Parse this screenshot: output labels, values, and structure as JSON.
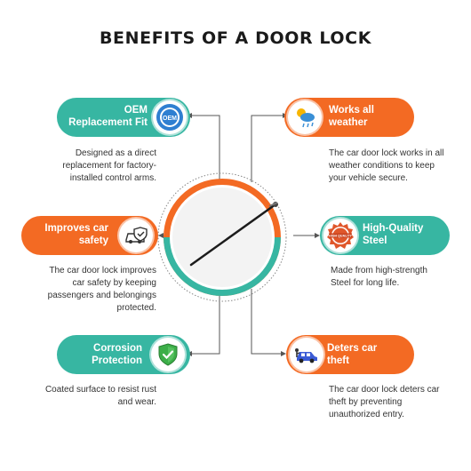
{
  "title": "BENEFITS OF A DOOR LOCK",
  "benefits": [
    {
      "title_line1": "OEM",
      "title_line2": "Replacement Fit",
      "icon_text": "OEM",
      "desc_lines": [
        "Designed as a direct",
        "replacement for factory-",
        "installed control arms."
      ]
    },
    {
      "title_line1": "Works all",
      "title_line2": "weather",
      "desc_lines": [
        "The car door lock works in all",
        "weather conditions to keep",
        "your vehicle secure."
      ]
    },
    {
      "title_line1": "Improves car",
      "title_line2": "safety",
      "desc_lines": [
        "The car door lock improves",
        "car safety by keeping",
        "passengers and belongings",
        "protected."
      ]
    },
    {
      "title_line1": "High-Quality",
      "title_line2": "Steel",
      "icon_text": "HIGH QUALITY",
      "desc_lines": [
        "Made from high-strength",
        "Steel for long life."
      ]
    },
    {
      "title_line1": "Corrosion",
      "title_line2": "Protection",
      "desc_lines": [
        "Coated surface to resist rust",
        "and wear."
      ]
    },
    {
      "title_line1": "Deters car",
      "title_line2": "theft",
      "desc_lines": [
        "The car door lock deters car",
        "theft by preventing",
        "unauthorized entry."
      ]
    }
  ],
  "colors": {
    "teal": "#37b6a2",
    "orange": "#f36a23",
    "connector": "#555555"
  },
  "icons": [
    "oem-badge-icon",
    "weather-icon",
    "car-shield-icon",
    "high-quality-badge-icon",
    "green-shield-check-icon",
    "thief-car-icon"
  ]
}
